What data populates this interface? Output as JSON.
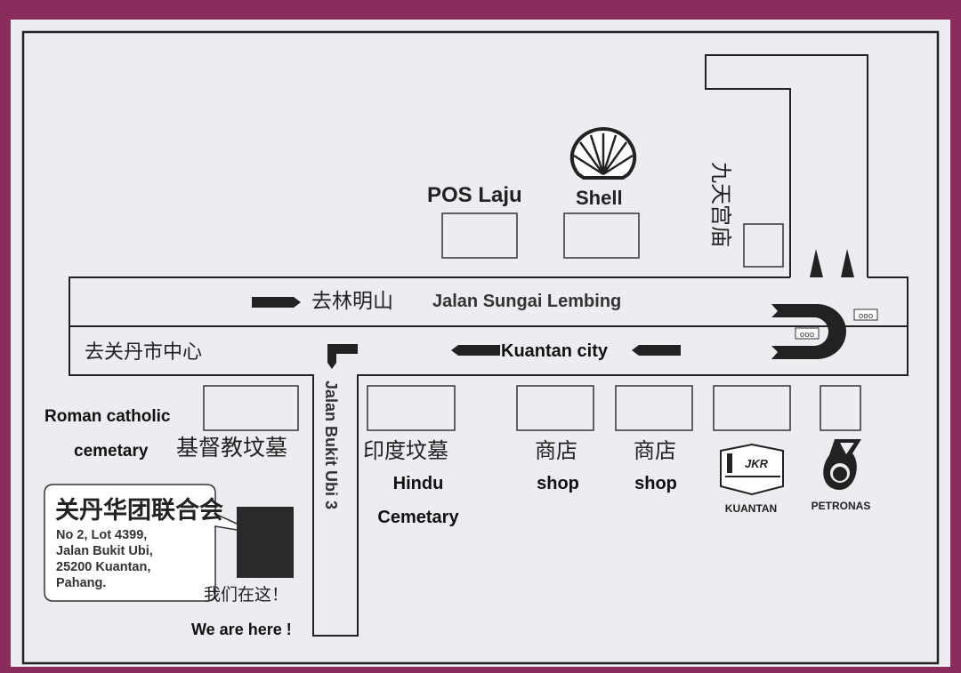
{
  "roads": {
    "main_cn": "去林明山",
    "main_en": "Jalan Sungai Lembing",
    "to_city_centre_cn": "去关丹市中心",
    "kuantan_city": "Kuantan city",
    "side_road": "Jalan Bukit Ubi 3"
  },
  "landmarks": {
    "pos_laju_logo": "POS Laju",
    "shell": "Shell",
    "temple_cn": "九天宫庙",
    "roman_catholic_1": "Roman catholic",
    "roman_catholic_2": "cemetary",
    "christian_cemetery_cn": "基督教坟墓",
    "hindu_cn": "印度坟墓",
    "hindu_en_1": "Hindu",
    "hindu_en_2": "Cemetary",
    "shop1_cn": "商店",
    "shop1_en": "shop",
    "shop2_cn": "商店",
    "shop2_en": "shop",
    "jkr_logo": "JKR",
    "jkr_label": "KUANTAN",
    "petronas": "PETRONAS"
  },
  "callout": {
    "org_name": "关丹华团联合会",
    "address": [
      "No 2, Lot 4399,",
      "Jalan Bukit Ubi,",
      "25200 Kuantan,",
      "Pahang."
    ],
    "here_cn": "我们在这！",
    "here_en": "We are here !"
  },
  "colors": {
    "frame": "#8a2c5c",
    "paper": "#edecf1",
    "ink": "#222222"
  }
}
